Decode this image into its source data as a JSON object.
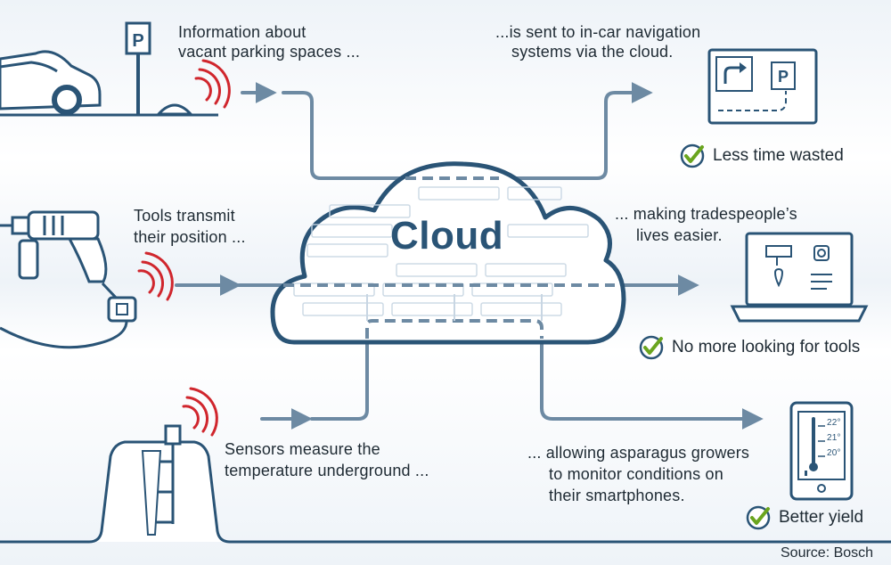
{
  "parking": {
    "line1": "Information about",
    "line2": "vacant parking spaces ..."
  },
  "navigation": {
    "line1": "...is sent to in-car navigation",
    "line2": "systems via the cloud."
  },
  "tools": {
    "line1": "Tools transmit",
    "line2": "their position ..."
  },
  "tradespeople": {
    "line1": "... making tradespeople’s",
    "line2": "lives easier."
  },
  "sensors": {
    "line1": "Sensors measure the",
    "line2": "temperature underground ..."
  },
  "growers": {
    "line1": "... allowing asparagus growers",
    "line2": "to monitor conditions on",
    "line3": "their smartphones."
  },
  "cloud": {
    "label": "Cloud"
  },
  "phone": {
    "temps": [
      "22°",
      "21°",
      "20°"
    ]
  },
  "benefits": [
    "Less time wasted",
    "No more looking for tools",
    "Better yield"
  ],
  "source": "Source: Bosch",
  "colors": {
    "primary": "#2a5476",
    "arrow": "#6d8aa3",
    "signal": "#d0262d",
    "check": "#6aa51e",
    "background": "#eef3f8"
  },
  "icons": [
    "car-icon",
    "parking-sign-icon",
    "parking-sensor-icon",
    "signal-icon",
    "drill-icon",
    "tracker-tag-icon",
    "soil-bed-icon",
    "sensor-probe-icon",
    "cloud-icon",
    "navigation-screen-icon",
    "laptop-icon",
    "smartphone-icon",
    "check-icon"
  ]
}
